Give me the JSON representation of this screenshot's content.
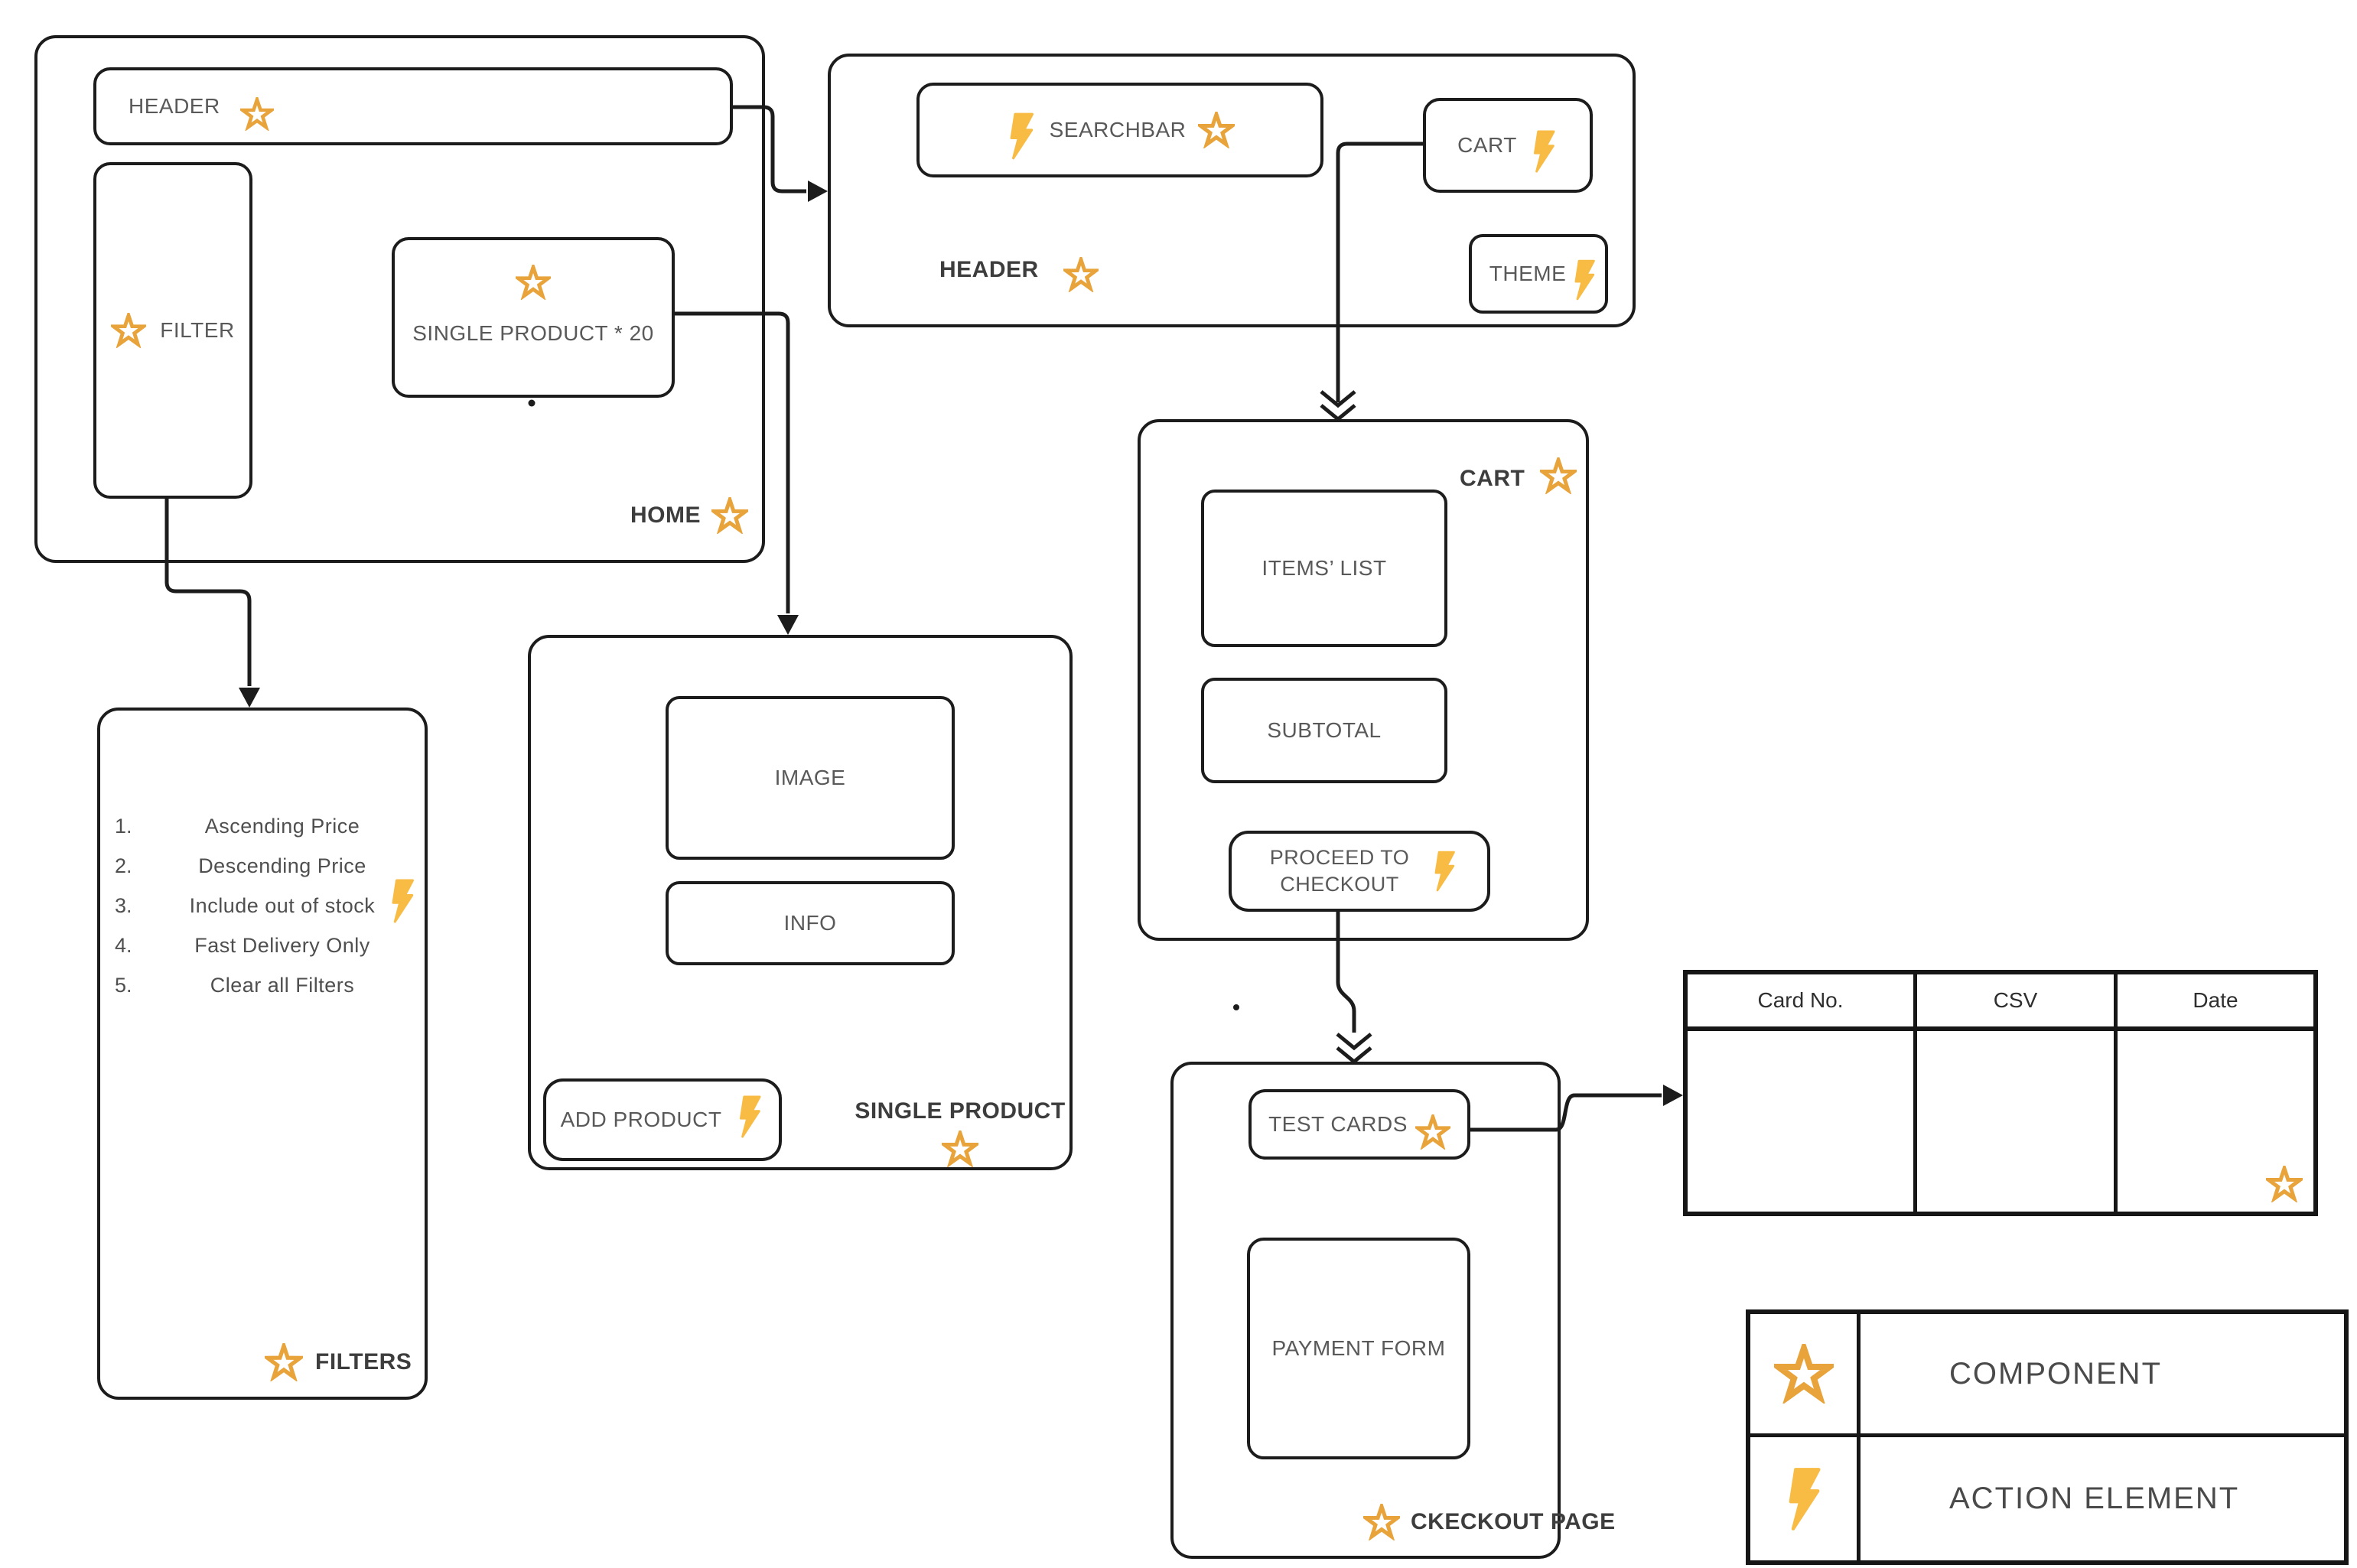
{
  "colors": {
    "star": "#E8A33B",
    "bolt": "#F8BB43",
    "line": "#1C1C1C",
    "text": "#595959",
    "text_bold": "#3D3D3D"
  },
  "home": {
    "label": "HOME",
    "header_label": "HEADER",
    "filter_label": "FILTER",
    "single_product_label": "SINGLE PRODUCT * 20"
  },
  "header": {
    "label": "HEADER",
    "searchbar_label": "SEARCHBAR",
    "cart_label": "CART",
    "theme_label": "THEME"
  },
  "cart": {
    "label": "CART",
    "items_list_label": "ITEMS’ LIST",
    "subtotal_label": "SUBTOTAL",
    "proceed_label": "PROCEED TO CHECKOUT"
  },
  "filters": {
    "label": "FILTERS",
    "items": [
      {
        "num": "1.",
        "label": "Ascending Price"
      },
      {
        "num": "2.",
        "label": "Descending Price"
      },
      {
        "num": "3.",
        "label": "Include out of stock"
      },
      {
        "num": "4.",
        "label": "Fast Delivery Only"
      },
      {
        "num": "5.",
        "label": "Clear all Filters"
      }
    ]
  },
  "single_product": {
    "label": "SINGLE PRODUCT",
    "image_label": "IMAGE",
    "info_label": "INFO",
    "add_product_label": "ADD PRODUCT"
  },
  "checkout": {
    "label": "CKECKOUT PAGE",
    "test_cards_label": "TEST CARDS",
    "payment_form_label": "PAYMENT FORM"
  },
  "cards_table": {
    "headers": [
      "Card No.",
      "CSV",
      "Date"
    ]
  },
  "legend": {
    "component_label": "COMPONENT",
    "action_label": "ACTION ELEMENT"
  }
}
